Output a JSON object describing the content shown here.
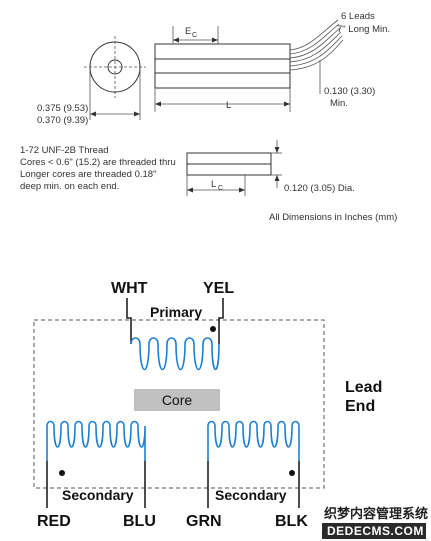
{
  "dimensions": {
    "leads_line1": "6 Leads",
    "leads_line2": "7\" Long Min.",
    "ec_main": "E",
    "ec_sub": "C",
    "lead_min_line1": "0.130 (3.30)",
    "lead_min_line2": "Min.",
    "length_label": "L",
    "dia_line1": "0.375 (9.53)",
    "dia_line2": "0.370 (9.39)",
    "thread_line1": "1-72 UNF-2B Thread",
    "thread_line2": "Cores < 0.6\" (15.2) are threaded thru",
    "thread_line3": "Longer cores are threaded 0.18\"",
    "thread_line4": "deep min. on each end.",
    "lc_main": "L",
    "lc_sub": "C",
    "core_dia": "0.120 (3.05) Dia.",
    "units_note": "All Dimensions in Inches (mm)"
  },
  "schematic": {
    "lead_white": "WHT",
    "lead_yellow": "YEL",
    "primary_label": "Primary",
    "core_label": "Core",
    "side_line1": "Lead",
    "side_line2": "End",
    "secondary_left_label": "Secondary",
    "secondary_right_label": "Secondary",
    "lead_red": "RED",
    "lead_blue": "BLU",
    "lead_green": "GRN",
    "lead_black": "BLK",
    "coil_color": "#1e7fd2",
    "core_fill": "#c0c0c0"
  },
  "watermark": {
    "cn": "织梦内容管理系统",
    "en": "DEDECMS.COM"
  }
}
